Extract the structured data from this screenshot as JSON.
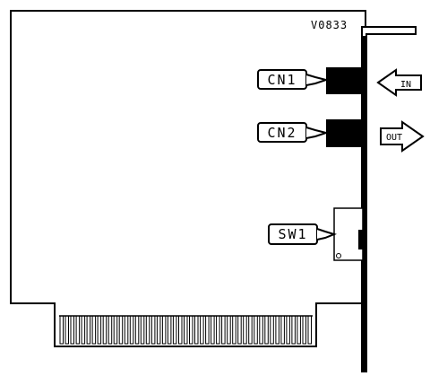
{
  "board": {
    "model_code": "V0833"
  },
  "callouts": {
    "cn1": "CN1",
    "cn2": "CN2",
    "sw1": "SW1"
  },
  "arrows": {
    "in_label": "IN",
    "out_label": "OUT"
  },
  "colors": {
    "ink": "#000000",
    "paper": "#ffffff"
  }
}
